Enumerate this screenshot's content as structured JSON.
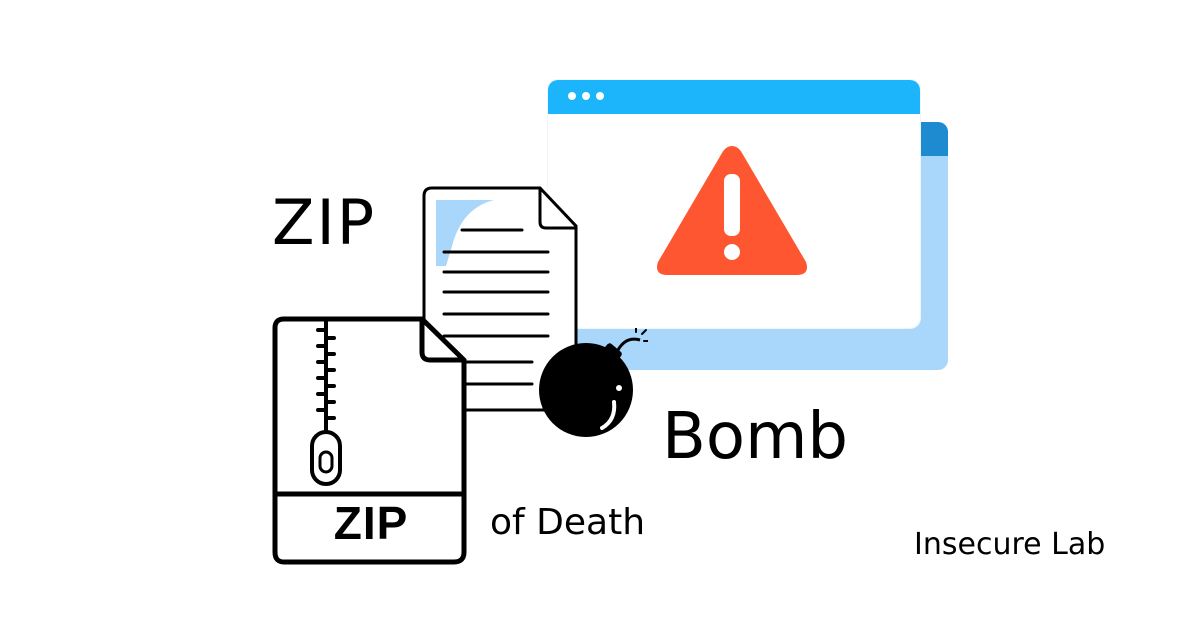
{
  "headline": {
    "word_zip": "ZIP",
    "word_bomb": "Bomb",
    "word_of_death": "of Death"
  },
  "zip_file_icon": {
    "label": "ZIP"
  },
  "brand": {
    "name": "Insecure Lab"
  },
  "icons": {
    "warning": "warning-triangle-icon",
    "document": "document-icon",
    "zip_file": "zip-file-icon",
    "bomb": "bomb-icon",
    "browser_window": "browser-window-icon"
  },
  "colors": {
    "window_header": "#1cb4fb",
    "window_back": "#a9d6fb",
    "window_back_header": "#1e8bd1",
    "warning_triangle": "#fd5631",
    "document_accent": "#a9d6fb",
    "text": "#000000"
  }
}
